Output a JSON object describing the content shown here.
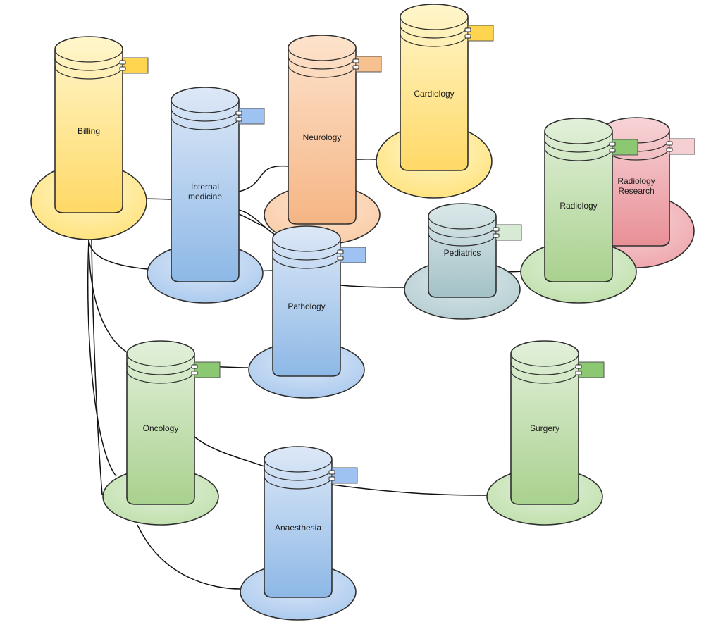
{
  "nodes": [
    {
      "id": "billing",
      "label": "Billing",
      "theme": "yellow"
    },
    {
      "id": "internal-medicine",
      "label": "Internal\nmedicine",
      "theme": "blue"
    },
    {
      "id": "neurology",
      "label": "Neurology",
      "theme": "orange"
    },
    {
      "id": "cardiology",
      "label": "Cardiology",
      "theme": "yellow"
    },
    {
      "id": "radiology-research",
      "label": "Radiology\nResearch",
      "theme": "red"
    },
    {
      "id": "radiology",
      "label": "Radiology",
      "theme": "green"
    },
    {
      "id": "pediatrics",
      "label": "Pediatrics",
      "theme": "teal"
    },
    {
      "id": "pathology",
      "label": "Pathology",
      "theme": "blue"
    },
    {
      "id": "oncology",
      "label": "Oncology",
      "theme": "green"
    },
    {
      "id": "surgery",
      "label": "Surgery",
      "theme": "green"
    },
    {
      "id": "anaesthesia",
      "label": "Anaesthesia",
      "theme": "blue"
    }
  ],
  "edges": [
    [
      "billing",
      "internal-medicine"
    ],
    [
      "billing",
      "pathology"
    ],
    [
      "billing",
      "oncology"
    ],
    [
      "billing",
      "anaesthesia"
    ],
    [
      "internal-medicine",
      "neurology"
    ],
    [
      "internal-medicine",
      "pathology"
    ],
    [
      "neurology",
      "cardiology"
    ],
    [
      "pathology",
      "pediatrics"
    ],
    [
      "pediatrics",
      "radiology"
    ],
    [
      "radiology",
      "radiology-research"
    ],
    [
      "oncology",
      "pathology"
    ],
    [
      "oncology",
      "anaesthesia"
    ],
    [
      "anaesthesia",
      "surgery"
    ]
  ],
  "colors": {
    "yellow": {
      "top": "#fff6cc",
      "bottom": "#ffd966",
      "flag": "#ffd54f",
      "disk": "#ffe27a"
    },
    "blue": {
      "top": "#dde8f7",
      "bottom": "#8db8e6",
      "flag": "#9ec3f2",
      "disk": "#a9c9ee"
    },
    "orange": {
      "top": "#fde3cc",
      "bottom": "#f5b584",
      "flag": "#f7c08f",
      "disk": "#f9cba6"
    },
    "green": {
      "top": "#e2f0da",
      "bottom": "#a9d18e",
      "flag": "#8cc772",
      "disk": "#bfe0ab"
    },
    "teal": {
      "top": "#dbe8ea",
      "bottom": "#a3c1c6",
      "flag": "#d6ead4",
      "disk": "#b4cdd1"
    },
    "red": {
      "top": "#f7d4d7",
      "bottom": "#e88f96",
      "flag": "#f6cfd2",
      "disk": "#eea5ab"
    }
  }
}
